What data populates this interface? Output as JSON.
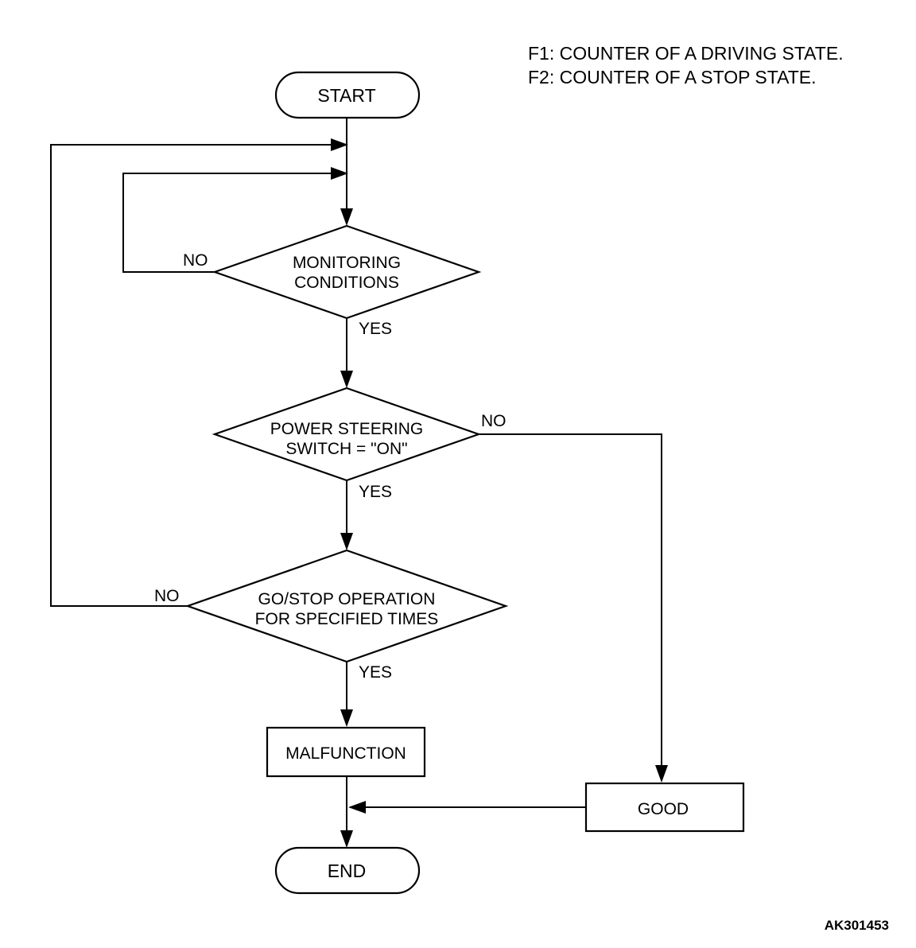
{
  "legend": {
    "f1": "F1: COUNTER OF A DRIVING STATE.",
    "f2": "F2: COUNTER OF A STOP STATE."
  },
  "nodes": {
    "start": "START",
    "monitoring": [
      "MONITORING",
      "CONDITIONS"
    ],
    "power_steering": [
      "POWER STEERING",
      "SWITCH = \"ON\""
    ],
    "go_stop": [
      "GO/STOP OPERATION",
      "FOR SPECIFIED TIMES"
    ],
    "malfunction": "MALFUNCTION",
    "good": "GOOD",
    "end": "END"
  },
  "edges": {
    "monitoring_no": "NO",
    "monitoring_yes": "YES",
    "power_steering_no": "NO",
    "power_steering_yes": "YES",
    "go_stop_no": "NO",
    "go_stop_yes": "YES"
  },
  "reference_code": "AK301453"
}
